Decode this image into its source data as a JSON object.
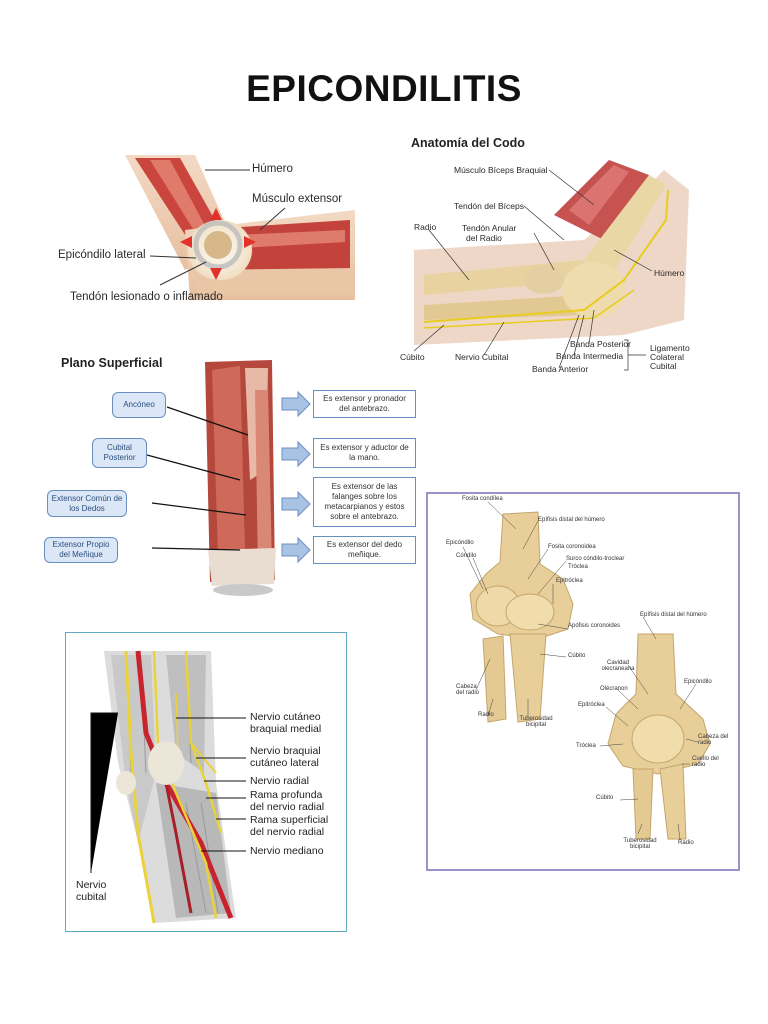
{
  "title": "EPICONDILITIS",
  "elbow_injury": {
    "labels": {
      "humerus": "Húmero",
      "extensor": "Músculo extensor",
      "epicondyle": "Epicóndilo lateral",
      "tendon": "Tendón lesionado o inflamado"
    }
  },
  "elbow_anatomy": {
    "heading": "Anatomía del Codo",
    "labels": {
      "biceps": "Músculo Bíceps Braquial",
      "biceps_tendon": "Tendón del Bíceps",
      "radio": "Radio",
      "annular_1": "Tendón Anular",
      "annular_2": "del Radio",
      "humero": "Húmero",
      "posterior_band": "Banda Posterior",
      "intermediate_band": "Banda Intermedia",
      "anterior_band": "Banda Anterior",
      "cubito": "Cúbito",
      "ulnar_nerve": "Nervio Cubital",
      "ligament_1": "Ligamento",
      "ligament_2": "Colateral",
      "ligament_3": "Cubital"
    }
  },
  "superficial_plane": {
    "heading": "Plano Superficial",
    "muscles": [
      {
        "name": "Ancóneo",
        "description": "Es extensor y pronador del antebrazo."
      },
      {
        "name": "Cubital Posterior",
        "description": "Es extensor y aductor de la mano."
      },
      {
        "name": "Extensor Común de los Dedos",
        "description": "Es extensor de las falanges sobre los metacarpianos y estos sobre el antebrazo."
      },
      {
        "name": "Extensor Propio del Meñique",
        "description": "Es extensor del dedo meñique."
      }
    ]
  },
  "bones": {
    "labels": {
      "fosita_condilea": "Fosita condílea",
      "epifisis_distal_1": "Epífisis distal del húmero",
      "epicondilo_1": "Epicóndilo",
      "condilo": "Cóndilo",
      "fosita_coronoidea": "Fosita coronoidea",
      "surco": "Surco cóndilo-troclear",
      "troclea_1": "Tróclea",
      "epitroclea_1": "Epitróclea",
      "apofisis": "Apófisis coronoides",
      "cubito_1": "Cúbito",
      "cabeza_radio_1": "Cabeza del radio",
      "radio_1": "Radio",
      "tuberosidad_1": "Tuberosidad bicipital",
      "epifisis_distal_2": "Epífisis distal del húmero",
      "cavidad": "Cavidad olecraneana",
      "olecranon": "Olécranon",
      "epicondilo_2": "Epicóndilo",
      "epitroclea_2": "Epitróclea",
      "cabeza_radio_2": "Cabeza del radio",
      "troclea_2": "Tróclea",
      "cuello": "Cuello del radio",
      "cubito_2": "Cúbito",
      "tuberosidad_2": "Tuberosidad bicipital",
      "radio_2": "Radio"
    }
  },
  "nerves": {
    "labels": {
      "cutaneo_1": "Nervio cutáneo",
      "cutaneo_2": "braquial medial",
      "braquial_1": "Nervio braquial",
      "braquial_2": "cutáneo lateral",
      "radial": "Nervio radial",
      "profunda_1": "Rama profunda",
      "profunda_2": "del nervio radial",
      "superficial_1": "Rama superficial",
      "superficial_2": "del nervio radial",
      "mediano": "Nervio mediano",
      "cubital_1": "Nervio",
      "cubital_2": "cubital"
    }
  },
  "colors": {
    "muscle_red": "#b8443f",
    "bone": "#e8cf9a",
    "box_fill": "#dbe7f7",
    "box_border": "#6a8fbf",
    "arrow_fill": "#a9c3e4",
    "nerve_yellow": "#e9d23a",
    "artery_red": "#c8242f"
  }
}
